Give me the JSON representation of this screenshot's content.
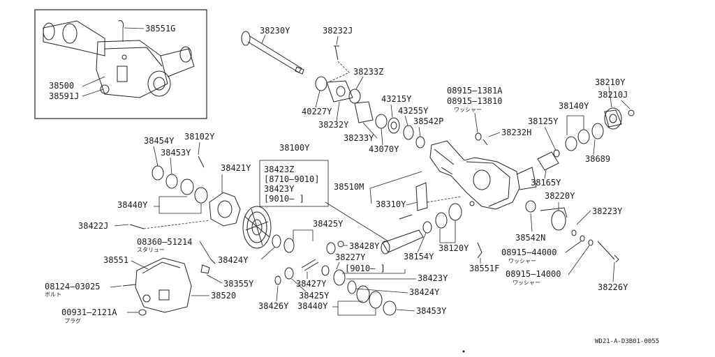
{
  "diagram_code": "WD21-A-D3B01-0055",
  "parts": {
    "p38551G": "38551G",
    "p38500": "38500",
    "p38591J": "38591J",
    "p38230Y": "38230Y",
    "p38232J": "38232J",
    "p38233Z": "38233Z",
    "p40227Y": "40227Y",
    "p38232Y": "38232Y",
    "p43215Y": "43215Y",
    "p43255Y": "43255Y",
    "p38542P": "38542P",
    "p38233Y": "38233Y",
    "p43070Y": "43070Y",
    "p08915_1381A": "08915—1381A",
    "p08915_13810": "08915—13810",
    "p38232H": "38232H",
    "p38210Y": "38210Y",
    "p38210J": "38210J",
    "p38140Y": "38140Y",
    "p38125Y": "38125Y",
    "p38689": "38689",
    "p38100Y": "38100Y",
    "p38423Z": "38423Z",
    "p8710_9010": "[8710—9010]",
    "p38423Y_a": "38423Y",
    "p9010_a": "[9010—      ]",
    "p38454Y": "38454Y",
    "p38102Y": "38102Y",
    "p38453Y_a": "38453Y",
    "p38421Y": "38421Y",
    "p38440Y_a": "38440Y",
    "p38510M": "38510M",
    "p38310Y": "38310Y",
    "p38165Y": "38165Y",
    "p38220Y": "38220Y",
    "p38223Y": "38223Y",
    "p38422J": "38422J",
    "p08360_51214": "08360—51214",
    "p38425Y_a": "38425Y",
    "p38428Y": "38428Y",
    "p38424Y_a": "38424Y",
    "p38154Y": "38154Y",
    "p38120Y": "38120Y",
    "p38542N": "38542N",
    "p08915_44000": "08915—44000",
    "p38551": "38551",
    "p38355Y": "38355Y",
    "p38227Y": "38227Y",
    "p9010_b": "[9010—        ]",
    "p38423Y_b": "38423Y",
    "p38427Y": "38427Y",
    "p38551F": "38551F",
    "p08915_14000": "08915—14000",
    "p08124_03025": "08124—03025",
    "p38520": "38520",
    "p38425Y_b": "38425Y",
    "p38424Y_b": "38424Y",
    "p38226Y": "38226Y",
    "p00931_2121A": "00931—2121A",
    "p38426Y": "38426Y",
    "p38440Y_b": "38440Y",
    "p38453Y_b": "38453Y"
  },
  "notes": {
    "washer_1": "ワッシャー",
    "washer_2": "ワッシャー",
    "washer_3": "ワッシャー",
    "screw": "スタリュー",
    "bolt": "ボルト",
    "plug": "プラグ"
  }
}
